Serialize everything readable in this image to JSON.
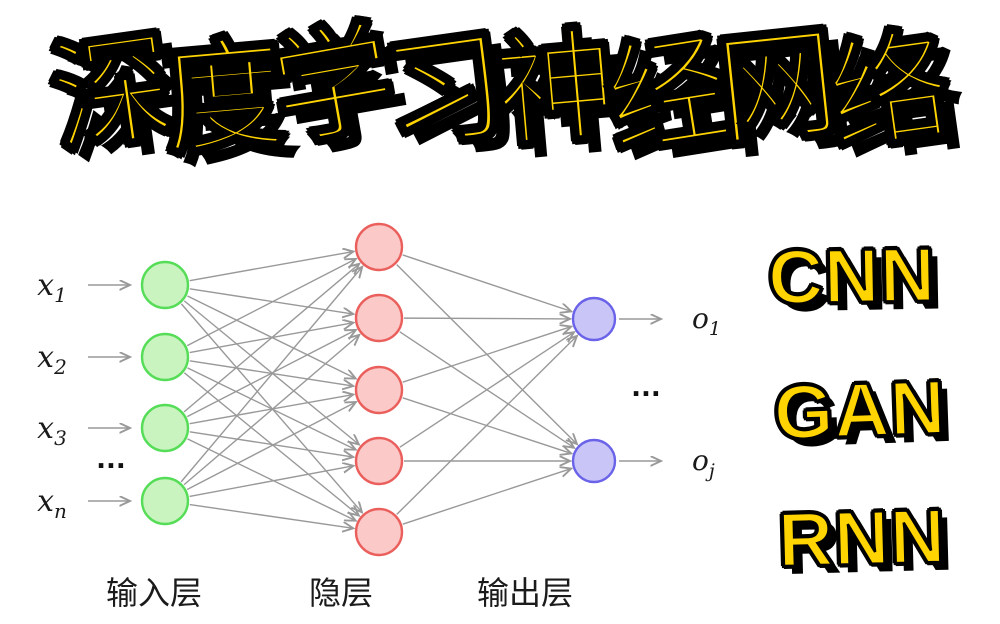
{
  "title": {
    "text": "深度学习神经网络",
    "color": "#FFD400",
    "outline_color": "#000000",
    "shadow_color": "#000000"
  },
  "badges": {
    "items": [
      "CNN",
      "GAN",
      "RNN"
    ],
    "color": "#FFD400"
  },
  "network": {
    "edge_color": "#999999",
    "ellipsis": "...",
    "layers": {
      "input": {
        "label": "输入层",
        "node_count": 4,
        "fill": "#c9f4bf",
        "stroke": "#55dd57",
        "var": "x",
        "subscripts": [
          "1",
          "2",
          "3",
          "n"
        ]
      },
      "hidden": {
        "label": "隐层",
        "node_count": 5,
        "fill": "#fbc9c7",
        "stroke": "#ea5f5c"
      },
      "output": {
        "label": "输出层",
        "node_count": 2,
        "fill": "#c9c6f7",
        "stroke": "#6a63e9",
        "var": "o",
        "subscripts": [
          "1",
          "j"
        ]
      }
    }
  }
}
